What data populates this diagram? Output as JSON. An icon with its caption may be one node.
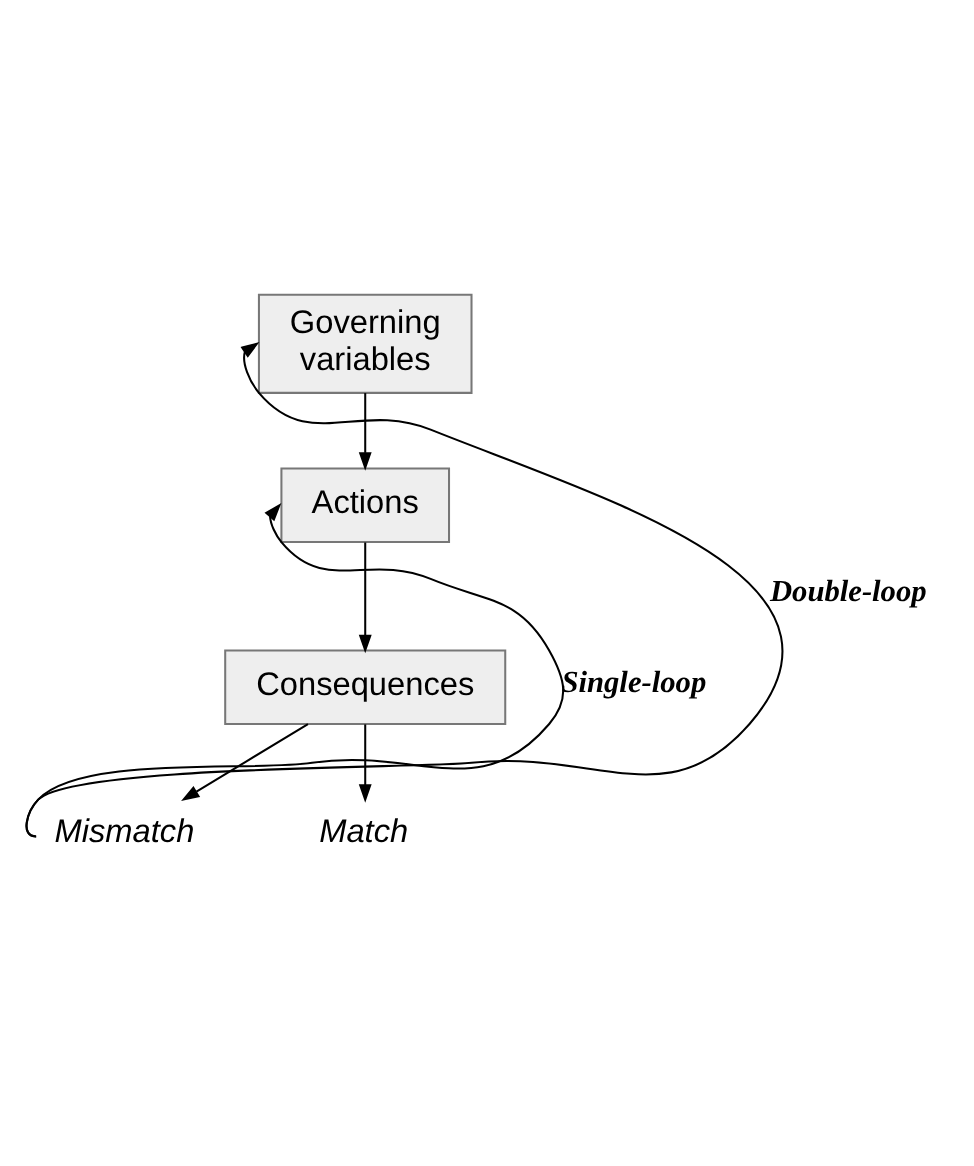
{
  "diagram": {
    "nodes": [
      {
        "text": [
          "Governing variables"
        ]
      },
      {
        "text": [
          "Actions"
        ]
      },
      {
        "text": [
          "Consequences"
        ]
      },
      {
        "text": [
          "Mismatch"
        ]
      },
      {
        "text": [
          "Match"
        ]
      }
    ],
    "edges": [
      {
        "from": 0,
        "to": 1,
        "arrow": "to"
      },
      {
        "from": 1,
        "to": 2,
        "arrow": "to"
      },
      {
        "from": 2,
        "to": 3,
        "arrow": "to"
      },
      {
        "from": 2,
        "to": 4,
        "arrow": "to"
      },
      {
        "from": 3,
        "to": 1,
        "arrow": "to",
        "label": "Single-loop"
      },
      {
        "from": 3,
        "to": 0,
        "arrow": "to",
        "label": "Double-loop"
      }
    ]
  }
}
